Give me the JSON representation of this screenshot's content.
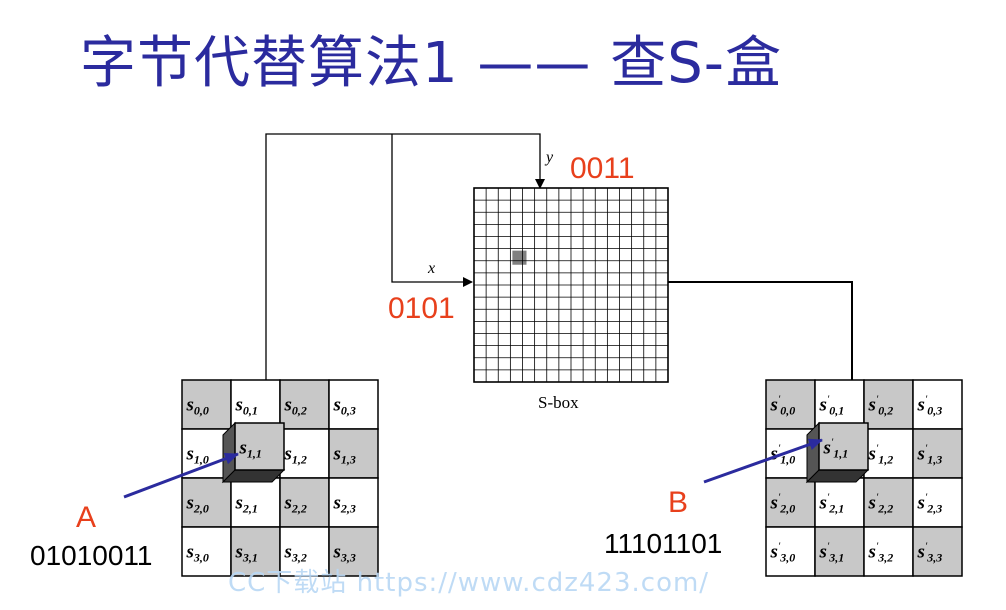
{
  "title": "字节代替算法1 —— 查S-盒",
  "row_bits": "0101",
  "col_bits": "0011",
  "x_label": "x",
  "y_label": "y",
  "sbox_caption": "S-box",
  "label_a": "A",
  "label_b": "B",
  "value_a": "01010011",
  "value_b": "11101101",
  "watermark": "CC下载站 https://www.cdz423.com/",
  "state_in": [
    [
      "s0,0",
      "s0,1",
      "s0,2",
      "s0,3"
    ],
    [
      "s1,0",
      "s1,1",
      "s1,2",
      "s1,3"
    ],
    [
      "s2,0",
      "s2,1",
      "s2,2",
      "s2,3"
    ],
    [
      "s3,0",
      "s3,1",
      "s3,2",
      "s3,3"
    ]
  ],
  "state_out": [
    [
      "s'0,0",
      "s'0,1",
      "s'0,2",
      "s'0,3"
    ],
    [
      "s'1,0",
      "s'1,1",
      "s'1,2",
      "s'1,3"
    ],
    [
      "s'2,0",
      "s'2,1",
      "s'2,2",
      "s'2,3"
    ],
    [
      "s'3,0",
      "s'3,1",
      "s'3,2",
      "s'3,3"
    ]
  ],
  "sbox_grid_size": 16,
  "selected_row": 5,
  "selected_col": 3,
  "colors": {
    "title": "#2b2b9e",
    "bits": "#e8401c",
    "arrow": "#2b2b9e",
    "shaded_cell": "#c8c8c8",
    "selected_sbox_cell": "#808080"
  }
}
